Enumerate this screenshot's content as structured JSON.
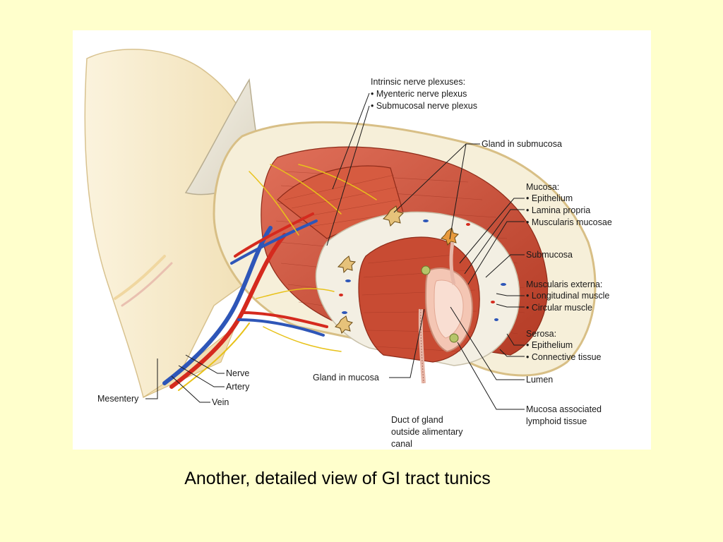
{
  "labels": {
    "intrinsic_title": "Intrinsic nerve plexuses:",
    "myenteric": "• Myenteric nerve plexus",
    "submucosal_plexus": "• Submucosal nerve plexus",
    "gland_submucosa": "Gland in submucosa",
    "mucosa_title": "Mucosa:",
    "mucosa_epithelium": "• Epithelium",
    "lamina_propria": "• Lamina propria",
    "muscularis_mucosae": "• Muscularis mucosae",
    "submucosa": "Submucosa",
    "muscularis_externa_title": "Muscularis externa:",
    "longitudinal_muscle": "• Longitudinal muscle",
    "circular_muscle": "• Circular muscle",
    "serosa_title": "Serosa:",
    "serosa_epithelium": "• Epithelium",
    "connective_tissue": "• Connective tissue",
    "lumen": "Lumen",
    "malt_line1": "Mucosa associated",
    "malt_line2": "lymphoid tissue",
    "duct_line1": "Duct of gland",
    "duct_line2": "outside alimentary",
    "duct_line3": "canal",
    "gland_mucosa": "Gland in mucosa",
    "nerve": "Nerve",
    "artery": "Artery",
    "vein": "Vein",
    "mesentery": "Mesentery"
  },
  "caption": "Another, detailed view of GI tract tunics",
  "colors": {
    "slide_background": "#ffffcc",
    "muscle": "#c8452e",
    "submucosa": "#f3efe3",
    "artery": "#d52a1e",
    "vein": "#2e56b8",
    "nerve": "#e8c21a",
    "mesentery": "#f6e8c4"
  }
}
